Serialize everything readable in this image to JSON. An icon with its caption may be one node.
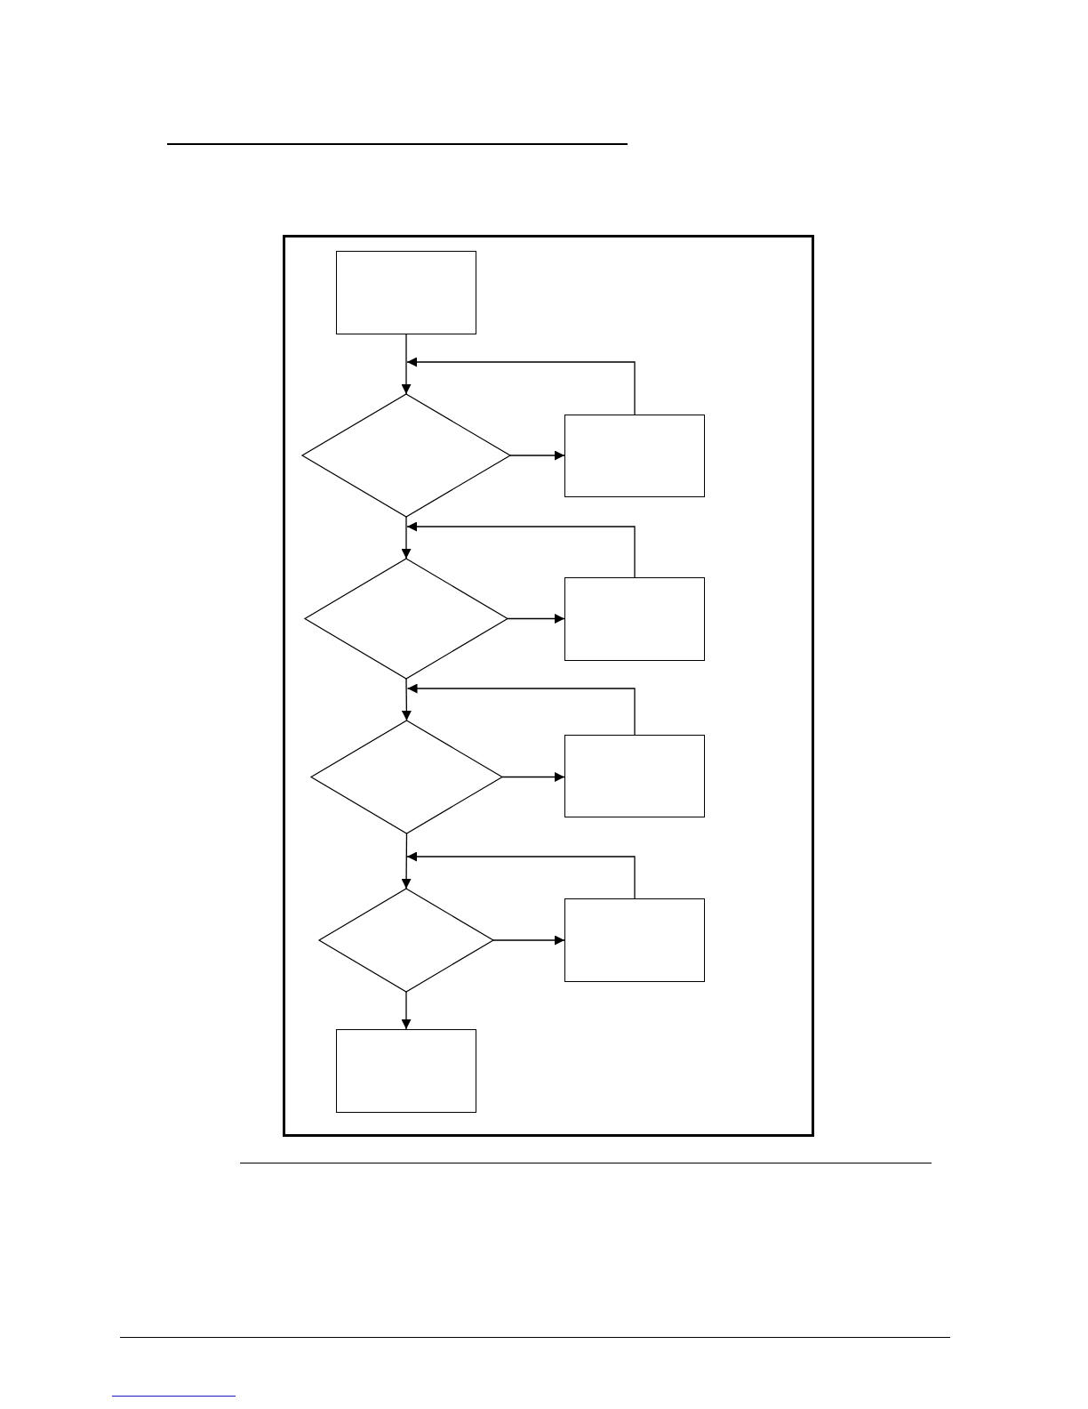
{
  "diagram": {
    "nodes": [
      {
        "text": [],
        "shape": "box"
      },
      {
        "text": [],
        "shape": "box",
        "in": 0
      },
      {
        "text": [],
        "shape": "diamond",
        "in": 0
      },
      {
        "text": [],
        "shape": "box",
        "in": 0
      },
      {
        "text": [],
        "shape": "diamond",
        "in": 0
      },
      {
        "text": [],
        "shape": "box",
        "in": 0
      },
      {
        "text": [],
        "shape": "diamond",
        "in": 0
      },
      {
        "text": [],
        "shape": "box",
        "in": 0
      },
      {
        "text": [],
        "shape": "diamond",
        "in": 0
      },
      {
        "text": [],
        "shape": "box",
        "in": 0
      },
      {
        "text": [],
        "shape": "box",
        "in": 0
      }
    ],
    "edges": [
      {
        "from": 1,
        "to": 2,
        "arrow": "to"
      },
      {
        "from": 2,
        "to": 3,
        "arrow": "to"
      },
      {
        "from": 3,
        "to": 2,
        "arrow": "to"
      },
      {
        "from": 2,
        "to": 4,
        "arrow": "to"
      },
      {
        "from": 4,
        "to": 5,
        "arrow": "to"
      },
      {
        "from": 5,
        "to": 4,
        "arrow": "to"
      },
      {
        "from": 4,
        "to": 6,
        "arrow": "to"
      },
      {
        "from": 6,
        "to": 7,
        "arrow": "to"
      },
      {
        "from": 7,
        "to": 6,
        "arrow": "to"
      },
      {
        "from": 6,
        "to": 8,
        "arrow": "to"
      },
      {
        "from": 8,
        "to": 9,
        "arrow": "to"
      },
      {
        "from": 9,
        "to": 8,
        "arrow": "to"
      },
      {
        "from": 8,
        "to": 10,
        "arrow": "to"
      }
    ]
  }
}
